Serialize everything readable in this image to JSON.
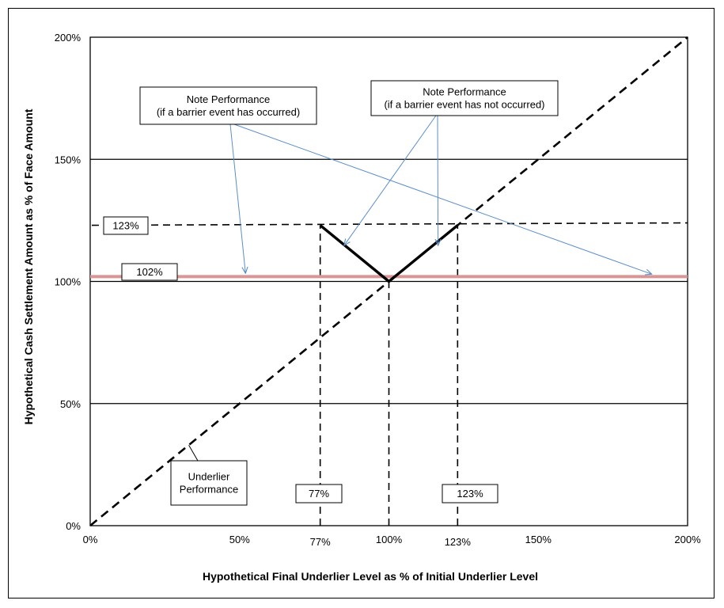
{
  "chart_data": {
    "type": "line",
    "title": "",
    "xlabel": "Hypothetical Final Underlier Level as % of Initial Underlier Level",
    "ylabel": "Hypothetical Cash Settlement Amount as % of Face Amount",
    "xlim": [
      0,
      200
    ],
    "ylim": [
      0,
      200
    ],
    "grid": "horizontal",
    "x_ticks": [
      {
        "value": 0,
        "label": "0%"
      },
      {
        "value": 50,
        "label": "50%"
      },
      {
        "value": 77,
        "label": "77%"
      },
      {
        "value": 100,
        "label": "100%"
      },
      {
        "value": 123,
        "label": "123%"
      },
      {
        "value": 150,
        "label": "150%"
      },
      {
        "value": 200,
        "label": "200%"
      }
    ],
    "y_ticks": [
      {
        "value": 0,
        "label": "0%"
      },
      {
        "value": 50,
        "label": "50%"
      },
      {
        "value": 100,
        "label": "100%"
      },
      {
        "value": 150,
        "label": "150%"
      },
      {
        "value": 200,
        "label": "200%"
      }
    ],
    "series": [
      {
        "key": "underlier",
        "style": "dashed",
        "color": "#000000",
        "points": [
          [
            0,
            0
          ],
          [
            200,
            200
          ]
        ]
      },
      {
        "key": "barrier-occurred",
        "style": "solid",
        "color": "#d99694",
        "points": [
          [
            0,
            102
          ],
          [
            200,
            102
          ]
        ]
      },
      {
        "key": "barrier-not-occurred",
        "style": "solid-bold",
        "color": "#000000",
        "points": [
          [
            77,
            123
          ],
          [
            100,
            100
          ],
          [
            123,
            123
          ]
        ]
      }
    ],
    "reference_lines": [
      {
        "key": "h123",
        "points": [
          [
            0,
            123
          ],
          [
            200,
            123
          ]
        ]
      },
      {
        "key": "v77",
        "points": [
          [
            77,
            0
          ],
          [
            77,
            123
          ]
        ]
      },
      {
        "key": "v100",
        "points": [
          [
            100,
            0
          ],
          [
            100,
            100
          ]
        ]
      },
      {
        "key": "v123",
        "points": [
          [
            123,
            0
          ],
          [
            123,
            123
          ]
        ]
      }
    ],
    "annotations": {
      "barrier_occurred": {
        "lines": [
          "Note Performance",
          "(if a barrier event has occurred)"
        ],
        "targets": [
          [
            52,
            102
          ],
          [
            188,
            102
          ]
        ]
      },
      "barrier_not_occurred": {
        "lines": [
          "Note Performance",
          "(if a barrier event has not occurred)"
        ],
        "targets": [
          [
            85,
            117
          ],
          [
            117,
            117
          ]
        ]
      },
      "underlier": {
        "lines": [
          "Underlier",
          "Performance"
        ],
        "target": [
          33,
          33
        ]
      },
      "value_labels": [
        {
          "key": "y123",
          "text": "123%"
        },
        {
          "key": "y102",
          "text": "102%"
        },
        {
          "key": "x77",
          "text": "77%"
        },
        {
          "key": "x123",
          "text": "123%"
        }
      ]
    },
    "colors": {
      "barrier_line": "#d99694",
      "arrow": "#5b8ec9"
    }
  }
}
